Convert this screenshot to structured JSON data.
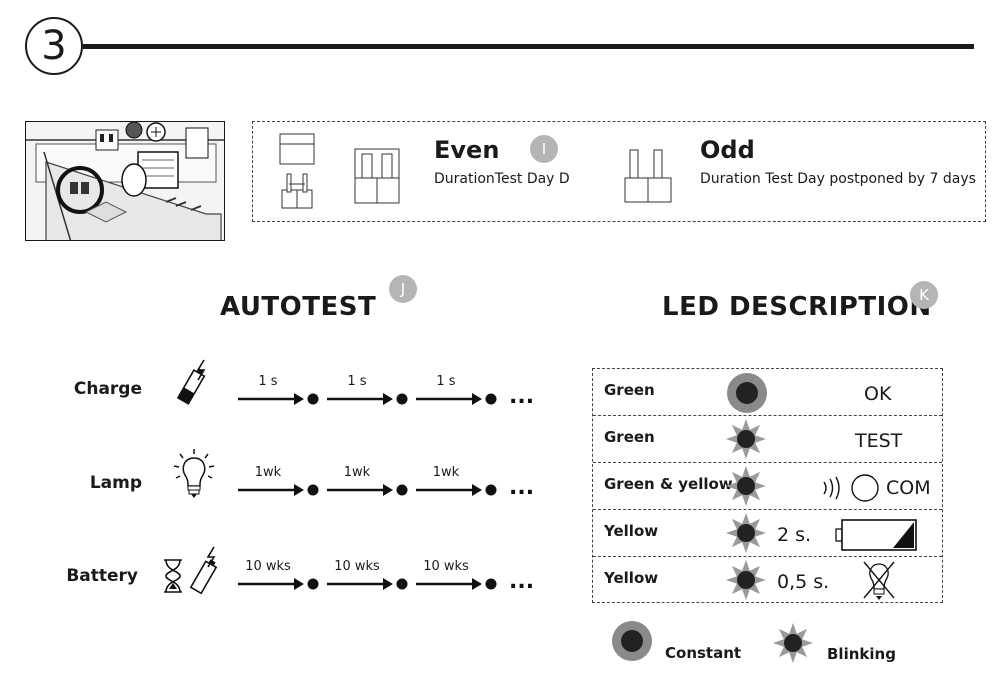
{
  "step": {
    "number": "3"
  },
  "jumpers": {
    "badge": "I",
    "even": {
      "title": "Even",
      "desc": "DurationTest Day D"
    },
    "odd": {
      "title": "Odd",
      "desc": "Duration Test Day postponed by 7 days"
    }
  },
  "autotest": {
    "title": "AUTOTEST",
    "badge": "J",
    "rows": [
      {
        "label": "Charge",
        "icon": "battery-charge-icon",
        "intervals": [
          "1 s",
          "1 s",
          "1 s"
        ]
      },
      {
        "label": "Lamp",
        "icon": "lamp-icon",
        "intervals": [
          "1wk",
          "1wk",
          "1wk"
        ]
      },
      {
        "label": "Battery",
        "icon": "hourglass-battery-icon",
        "intervals": [
          "10 wks",
          "10 wks",
          "10 wks"
        ]
      }
    ],
    "ellipsis": "..."
  },
  "led": {
    "title": "LED DESCRIPTION",
    "badge": "K",
    "rows": [
      {
        "color": "Green",
        "mode": "constant",
        "status": "OK"
      },
      {
        "color": "Green",
        "mode": "blinking",
        "status": "TEST"
      },
      {
        "color": "Green & yellow",
        "mode": "blinking",
        "status": "COM"
      },
      {
        "color": "Yellow",
        "mode": "blinking",
        "timing": "2 s.",
        "status_icon": "battery-low-icon"
      },
      {
        "color": "Yellow",
        "mode": "blinking",
        "timing": "0,5 s.",
        "status_icon": "lamp-fault-icon"
      }
    ],
    "legend": {
      "constant": "Constant",
      "blinking": "Blinking"
    }
  }
}
